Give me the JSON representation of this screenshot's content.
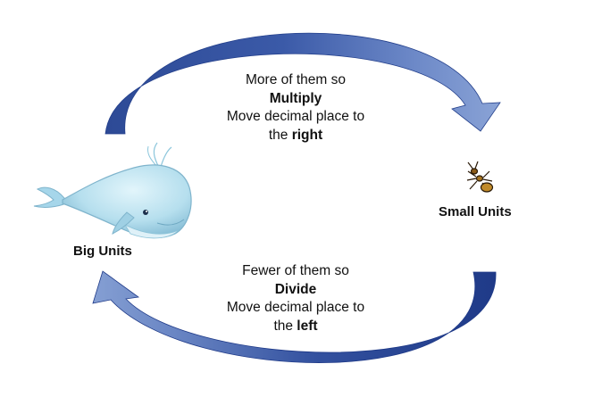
{
  "top_label": {
    "line1": "More of them so",
    "operation": "Multiply",
    "line3": "Move decimal place to",
    "line4_prefix": "the ",
    "direction": "right"
  },
  "bottom_label": {
    "line1": "Fewer of them so",
    "operation": "Divide",
    "line3": "Move decimal place to",
    "line4_prefix": "the ",
    "direction": "left"
  },
  "nodes": {
    "big": "Big Units",
    "small": "Small Units"
  },
  "icons": {
    "big": "whale-icon",
    "small": "ant-icon"
  },
  "colors": {
    "arrow_dark": "#233f8e",
    "arrow_light": "#6c88c6",
    "whale": "#b9e2ef",
    "ant": "#a5731e"
  }
}
